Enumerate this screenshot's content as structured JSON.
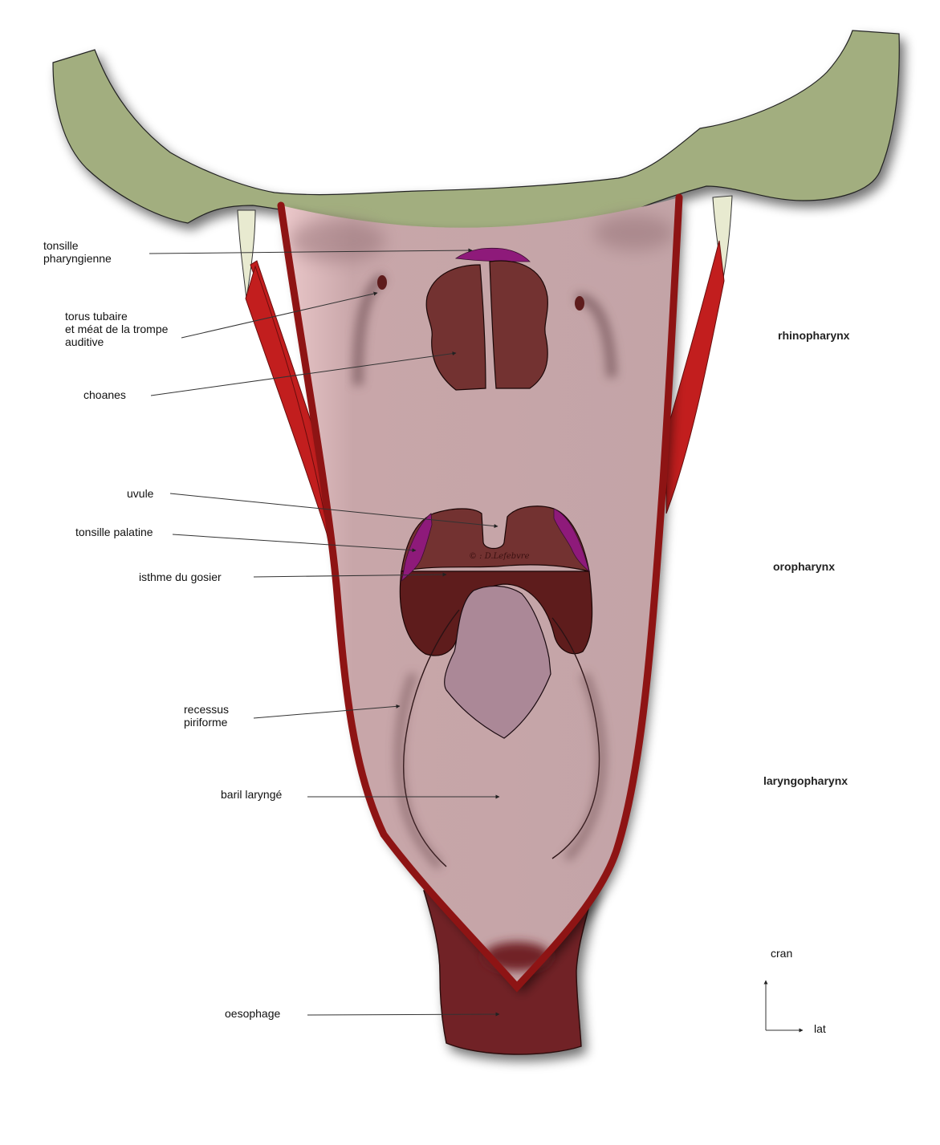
{
  "labels": {
    "tonsille_pharyngienne": "tonsille\npharyngienne",
    "torus_tubaire": "torus tubaire\net méat de la trompe\nauditive",
    "choanes": "choanes",
    "uvule": "uvule",
    "tonsille_palatine": "tonsille palatine",
    "isthme_du_gosier": "isthme du gosier",
    "recessus_piriforme": "recessus\npiriforme",
    "baril_larynge": "baril laryngé",
    "oesophage": "oesophage"
  },
  "regions": {
    "rhinopharynx": "rhinopharynx",
    "oropharynx": "oropharynx",
    "laryngopharynx": "laryngopharynx"
  },
  "orientation": {
    "cran": "cran",
    "lat": "lat"
  },
  "copyright": "© : D.Lefebvre",
  "colors": {
    "bone": "#a2ae7f",
    "pharynx_wall": "#c3a4a7",
    "pharynx_highlight": "#ecc9cb",
    "wall_stroke": "#8e1414",
    "muscle": "#c21e1e",
    "choanes": "#733231",
    "tonsil": "#8e1a7a",
    "isthmus": "#5e1c1c",
    "epiglottis": "#ab8897",
    "oesophagus": "#712326",
    "process": "#e8ead0"
  }
}
